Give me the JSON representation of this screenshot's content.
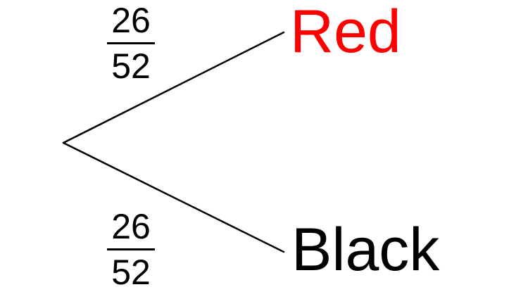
{
  "branches": [
    {
      "outcome": "Red",
      "outcome_color": "#ff0000",
      "probability": {
        "numerator": "26",
        "denominator": "52"
      }
    },
    {
      "outcome": "Black",
      "outcome_color": "#000000",
      "probability": {
        "numerator": "26",
        "denominator": "52"
      }
    }
  ],
  "line_color": "#000000"
}
